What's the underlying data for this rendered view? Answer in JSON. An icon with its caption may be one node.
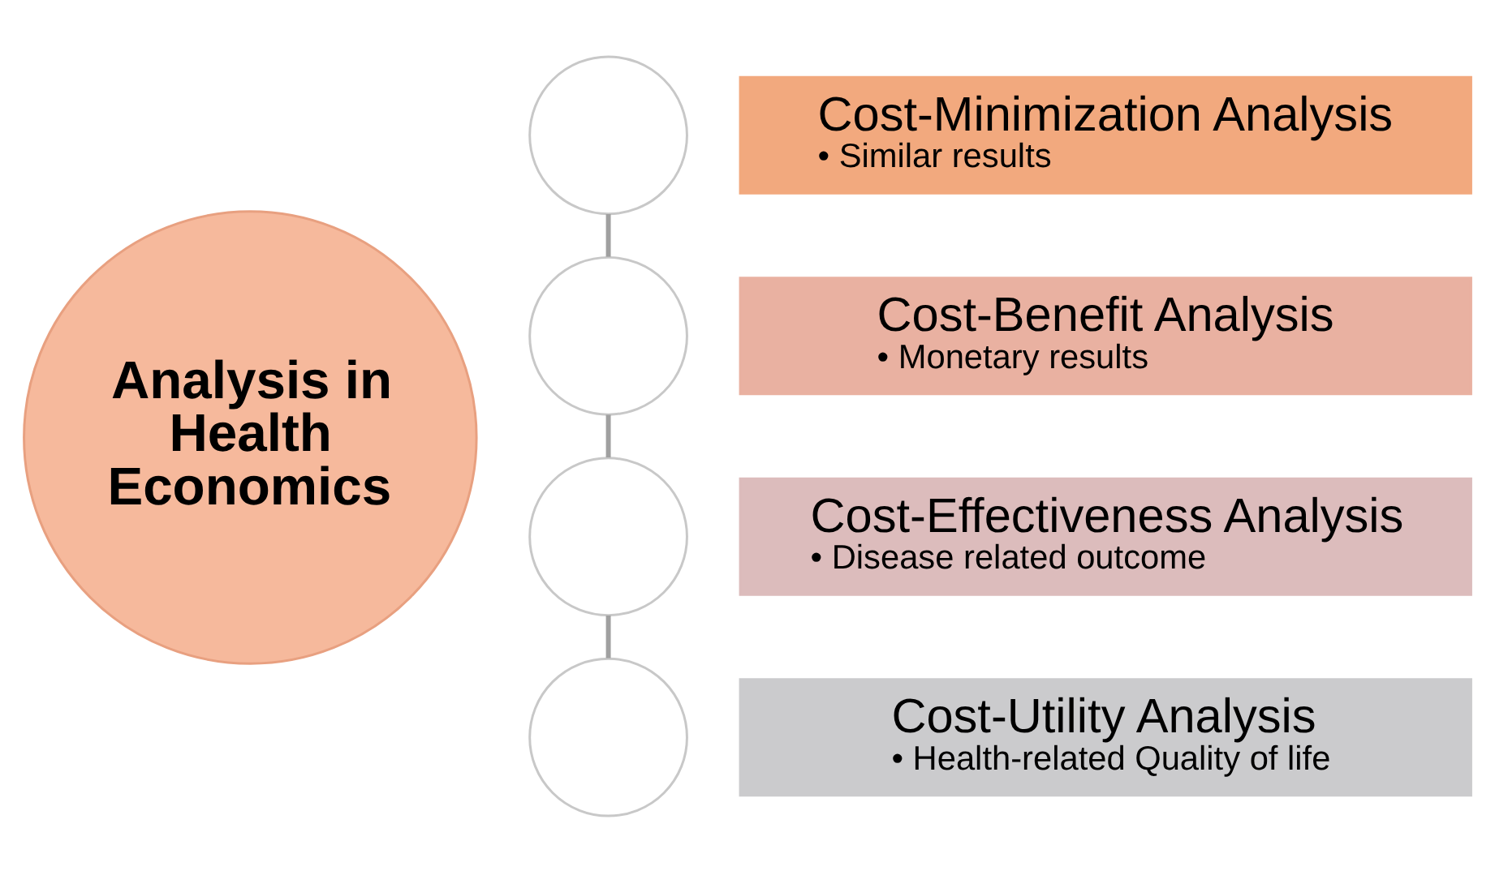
{
  "diagram": {
    "nodes": [
      {
        "text": [
          "Analysis in Health Economics"
        ]
      },
      {
        "text": [],
        "shape": "circle"
      },
      {
        "text": [
          "Cost-Minimization Analysis",
          "• Similar results"
        ]
      },
      {
        "text": [],
        "shape": "circle"
      },
      {
        "text": [
          "Cost-Benefit Analysis",
          "• Monetary results"
        ]
      },
      {
        "text": [],
        "shape": "circle"
      },
      {
        "text": [
          "Cost-Effectiveness Analysis",
          "• Disease related outcome"
        ]
      },
      {
        "text": [],
        "shape": "circle"
      },
      {
        "text": [
          "Cost-Utility Analysis",
          "• Health-related Quality of life"
        ]
      }
    ],
    "edges": [
      {
        "from": 1,
        "to": 3,
        "arrow": "none"
      },
      {
        "from": 3,
        "to": 5,
        "arrow": "none"
      },
      {
        "from": 5,
        "to": 7,
        "arrow": "none"
      }
    ]
  }
}
